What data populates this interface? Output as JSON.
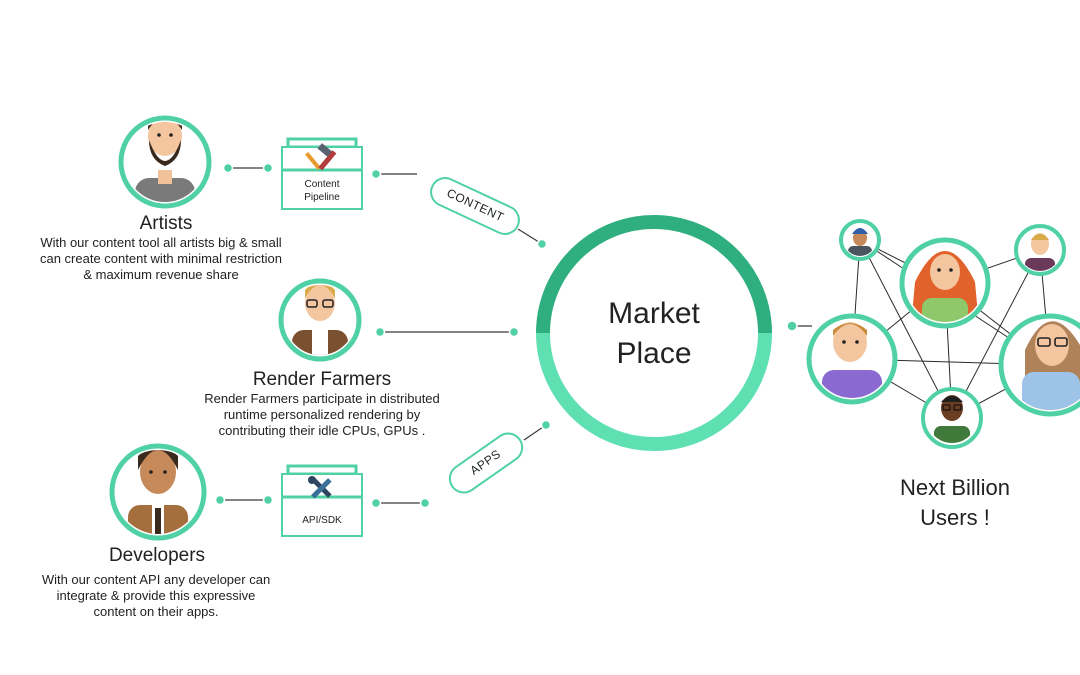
{
  "colors": {
    "accent": "#4fd1a5",
    "accent_dark": "#2fae80",
    "line": "#3a3a3a",
    "skin": "#f4c7a1",
    "skin_dark": "#a66b3b",
    "hair_dark": "#3a2a1e",
    "hair_blond": "#d9a94a",
    "hair_red": "#e2622b"
  },
  "artists": {
    "title": "Artists",
    "desc": [
      "With our content tool all artists big & small",
      "can create content with minimal restriction",
      "& maximum revenue share"
    ],
    "tool_label": [
      "Content",
      "Pipeline"
    ],
    "tool_icon": "tools-icon"
  },
  "render_farmers": {
    "title": "Render Farmers",
    "desc": [
      "Render Farmers participate in distributed",
      "runtime personalized rendering by",
      "contributing their idle CPUs, GPUs ."
    ]
  },
  "developers": {
    "title": "Developers",
    "desc": [
      "With our content API any developer can",
      "integrate & provide this expressive",
      "content on their apps."
    ],
    "tool_label": [
      "API/SDK"
    ],
    "tool_icon": "wrench-screwdriver-icon"
  },
  "tags": {
    "content": "CONTENT",
    "apps": "APPS"
  },
  "marketplace": {
    "line1": "Market",
    "line2": "Place"
  },
  "users": {
    "line1": "Next Billion",
    "line2": "Users !"
  }
}
